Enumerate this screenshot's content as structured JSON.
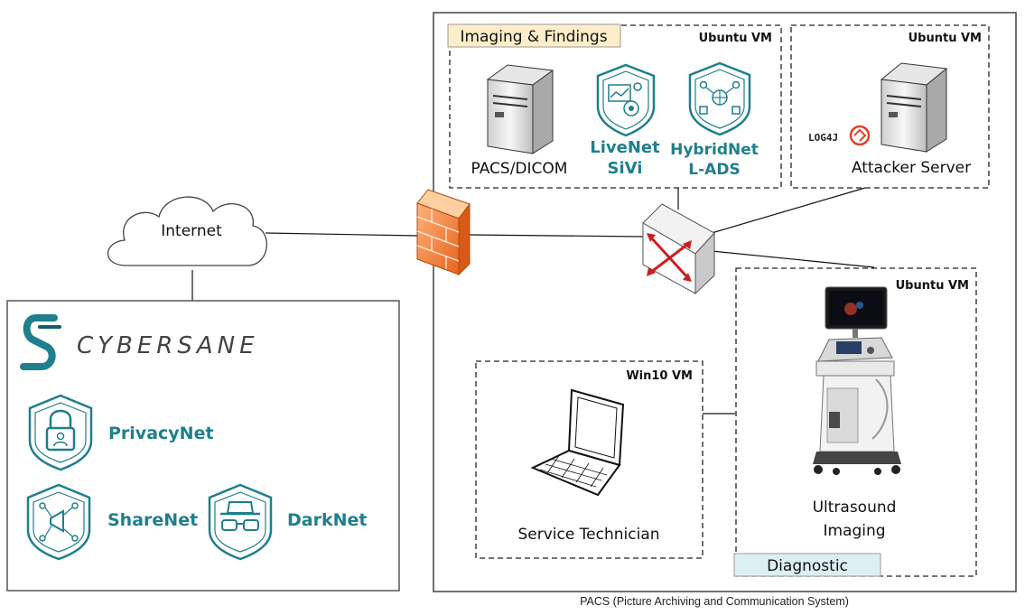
{
  "internet": {
    "label": "Internet"
  },
  "imaging_findings": {
    "title": "Imaging & Findings",
    "vm_label": "Ubuntu VM",
    "pacs_label": "PACS/DICOM",
    "livenet": {
      "line1": "LiveNet",
      "line2": "SiVi"
    },
    "hybridnet": {
      "line1": "HybridNet",
      "line2": "L-ADS"
    }
  },
  "attacker": {
    "vm_label": "Ubuntu VM",
    "label": "Attacker Server",
    "log4j_text": "LOG4J"
  },
  "diagnostic": {
    "vm_label": "Ubuntu VM",
    "ultrasound": {
      "line1": "Ultrasound",
      "line2": "Imaging"
    },
    "title": "Diagnostic"
  },
  "technician": {
    "vm_label": "Win10 VM",
    "label": "Service Technician"
  },
  "cybersane": {
    "logo_text": "CYBERSANE",
    "privacynet": "PrivacyNet",
    "sharenet": "ShareNet",
    "darknet": "DarkNet"
  },
  "caption": "PACS (Picture Archiving and Communication System)",
  "colors": {
    "teal": "#1f7f8c",
    "firewall": "#f07a30",
    "title_box": "#fdeec9",
    "diagnostic_box": "#dcf0f4"
  }
}
